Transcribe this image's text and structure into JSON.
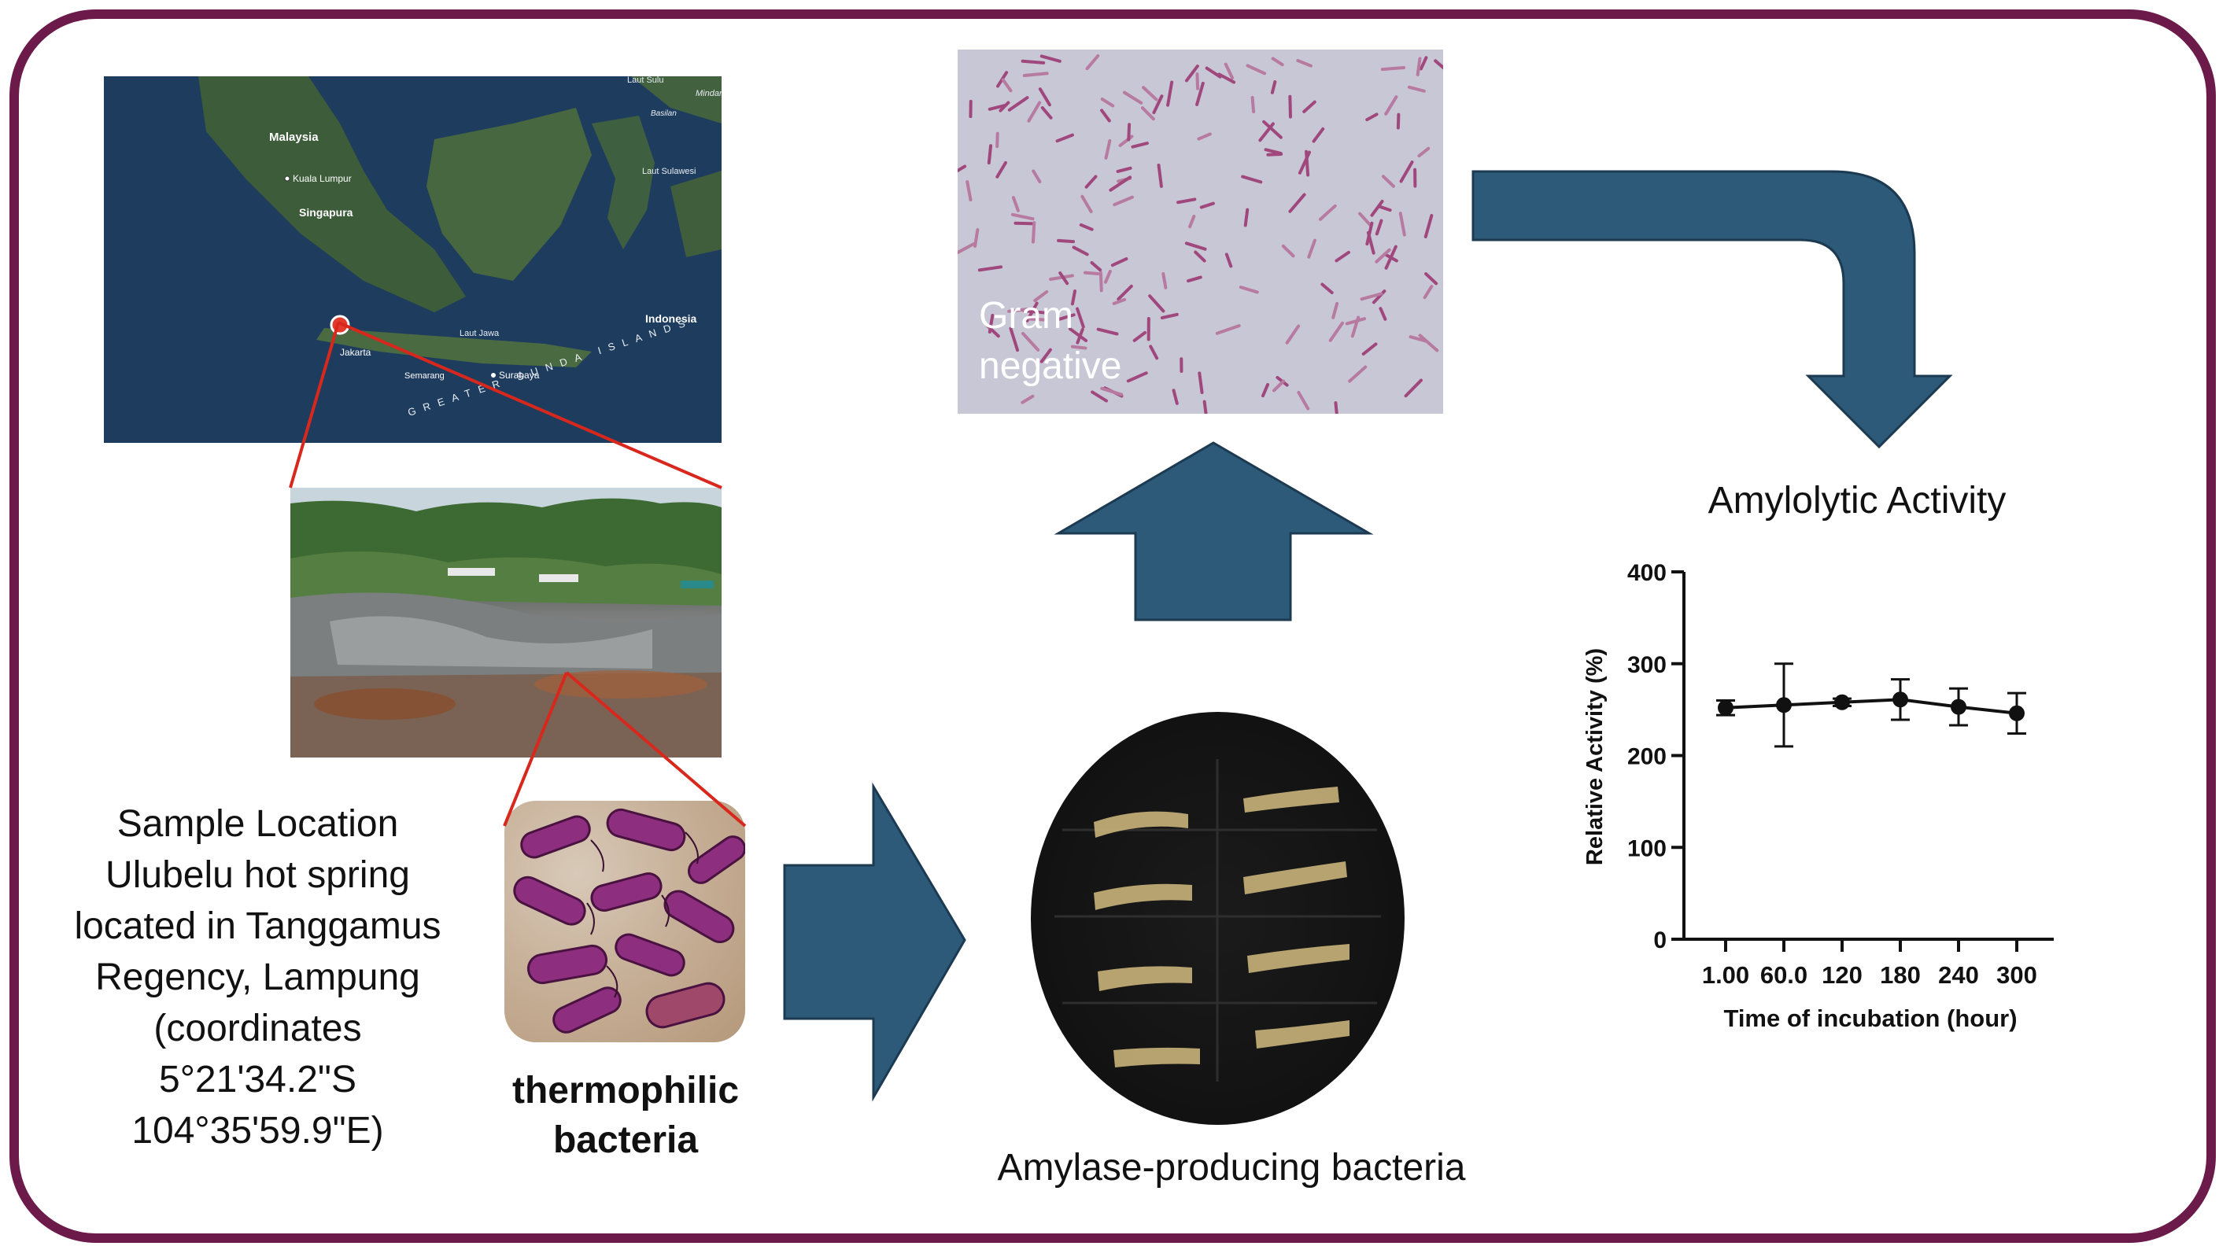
{
  "map": {
    "labels": [
      "Laut Sulu",
      "Mindanao",
      "Basilan",
      "Malaysia",
      "Kuala Lumpur",
      "Singapura",
      "Laut Sulawesi",
      "Indonesia",
      "Laut Jawa",
      "Jakarta",
      "Semarang",
      "Surabaya",
      "GREATER SUNDA ISLANDS"
    ]
  },
  "location": {
    "lines": [
      "Sample Location",
      "Ulubelu hot spring",
      "located in Tanggamus",
      "Regency, Lampung",
      "(coordinates",
      "5°21'34.2\"S",
      "104°35'59.9\"E)"
    ]
  },
  "thermo": {
    "lines": [
      "thermophilic",
      "bacteria"
    ]
  },
  "gram": {
    "lines": [
      "Gram",
      "negative"
    ]
  },
  "amylase": {
    "label": "Amylase-producing bacteria"
  },
  "amylo": {
    "title": "Amylolytic Activity"
  },
  "colors": {
    "frame": "#6b1a4a",
    "arrow": "#2d5a78",
    "connector": "#d8271c"
  },
  "chart_data": {
    "type": "line",
    "title": "Amylolytic Activity",
    "xlabel": "Time of incubation (hour)",
    "ylabel": "Relative Activity (%)",
    "categories": [
      "1.00",
      "60.0",
      "120",
      "180",
      "240",
      "300"
    ],
    "values": [
      252,
      255,
      258,
      261,
      253,
      246
    ],
    "error": [
      8,
      45,
      4,
      22,
      20,
      22
    ],
    "yticks": [
      0,
      100,
      200,
      300,
      400
    ],
    "ylim": [
      0,
      400
    ],
    "grid": false
  }
}
